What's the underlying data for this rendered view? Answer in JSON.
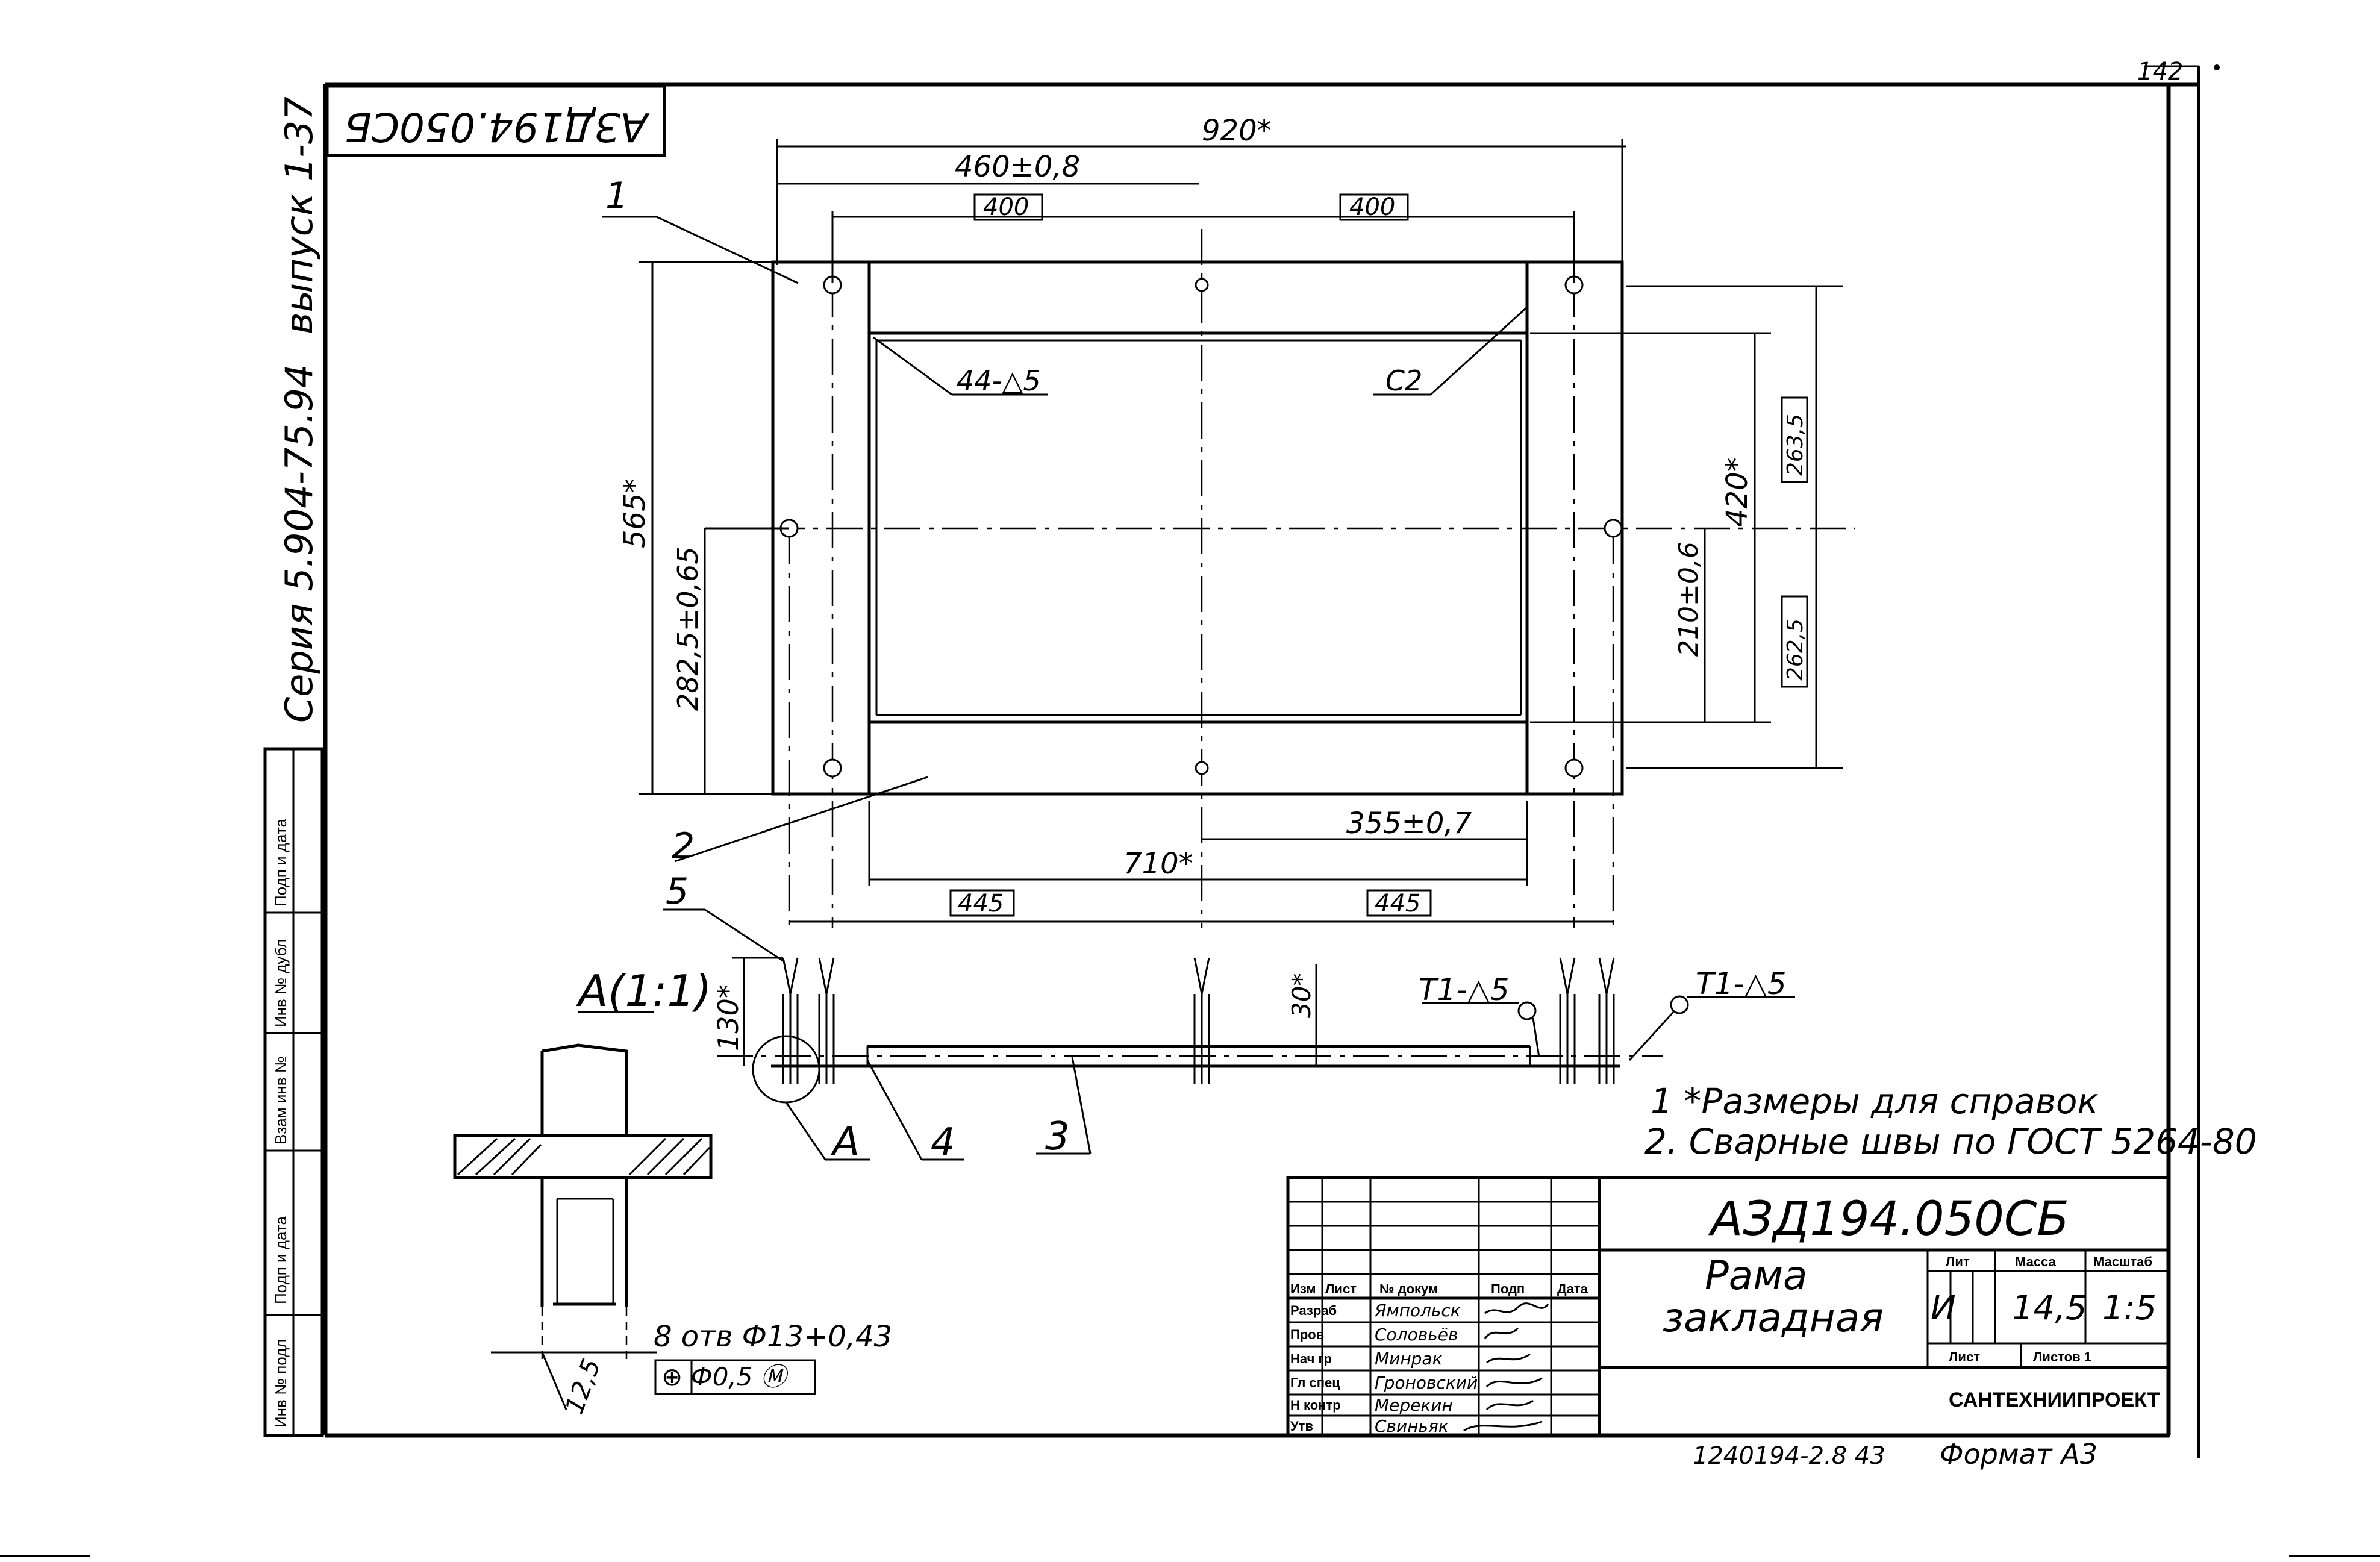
{
  "sheet": {
    "page_number": "142",
    "series": "Серия 5.904-75.94",
    "issue": "выпуск 1-37",
    "rotated_code": "АЗД194.050СБ",
    "bottom_note": "1240194-2.8 43",
    "format": "Формат А3"
  },
  "dimensions": {
    "overall_width": "920*",
    "half_width": "460±0,8",
    "hole_spacing_left": "400",
    "hole_spacing_right": "400",
    "overall_height": "565*",
    "half_height": "282,5±0,65",
    "opening_height": "420*",
    "half_opening": "210±0,6",
    "ref_upper": "263,5",
    "ref_lower": "262,5",
    "opening_width": "710*",
    "half_opening_width": "355±0,7",
    "hole_pitch_left": "445",
    "hole_pitch_right": "445",
    "anchor_length": "130*",
    "plate_offset": "30*",
    "detail_dim": "12,5"
  },
  "welds": {
    "fillet_inner": "44-△5",
    "corner": "С2",
    "t1_left": "Т1-△5",
    "t1_right": "Т1-△5"
  },
  "callouts": {
    "pos1": "1",
    "pos2": "2",
    "pos3": "3",
    "pos4": "4",
    "pos5": "5",
    "detail_ref": "А",
    "detail_title": "А(1:1)"
  },
  "holes": {
    "spec": "8 отв Ф13+0,43",
    "tolerance_frame": "⊕ Ф0,5 Ⓜ"
  },
  "notes": [
    "1 *Размеры для справок",
    "2. Сварные швы по ГОСТ 5264-80"
  ],
  "left_stamp": [
    "Инв № подл",
    "Подп и дата",
    "Взам инв №",
    "Инв № дубл",
    "Подп и дата"
  ],
  "title_block": {
    "doc_code": "АЗД194.050СБ",
    "name_line1": "Рама",
    "name_line2": "закладная",
    "col_headers": [
      "Изм",
      "Лист",
      "№ докум",
      "Подп",
      "Дата"
    ],
    "roles": [
      "Разраб",
      "Пров",
      "Нач гр",
      "Гл спец",
      "Н контр",
      "Утв"
    ],
    "people": [
      "Ямпольск",
      "Соловьёв",
      "Минрак",
      "Гроновский",
      "Мерекин",
      "Свиньяк"
    ],
    "lit_label": "Лит",
    "mass_label": "Масса",
    "scale_label": "Масштаб",
    "lit_value": "И",
    "mass_value": "14,5",
    "scale_value": "1:5",
    "sheet_label": "Лист",
    "sheets_label": "Листов 1",
    "org": "САНТЕХНИИПРОЕКТ"
  }
}
